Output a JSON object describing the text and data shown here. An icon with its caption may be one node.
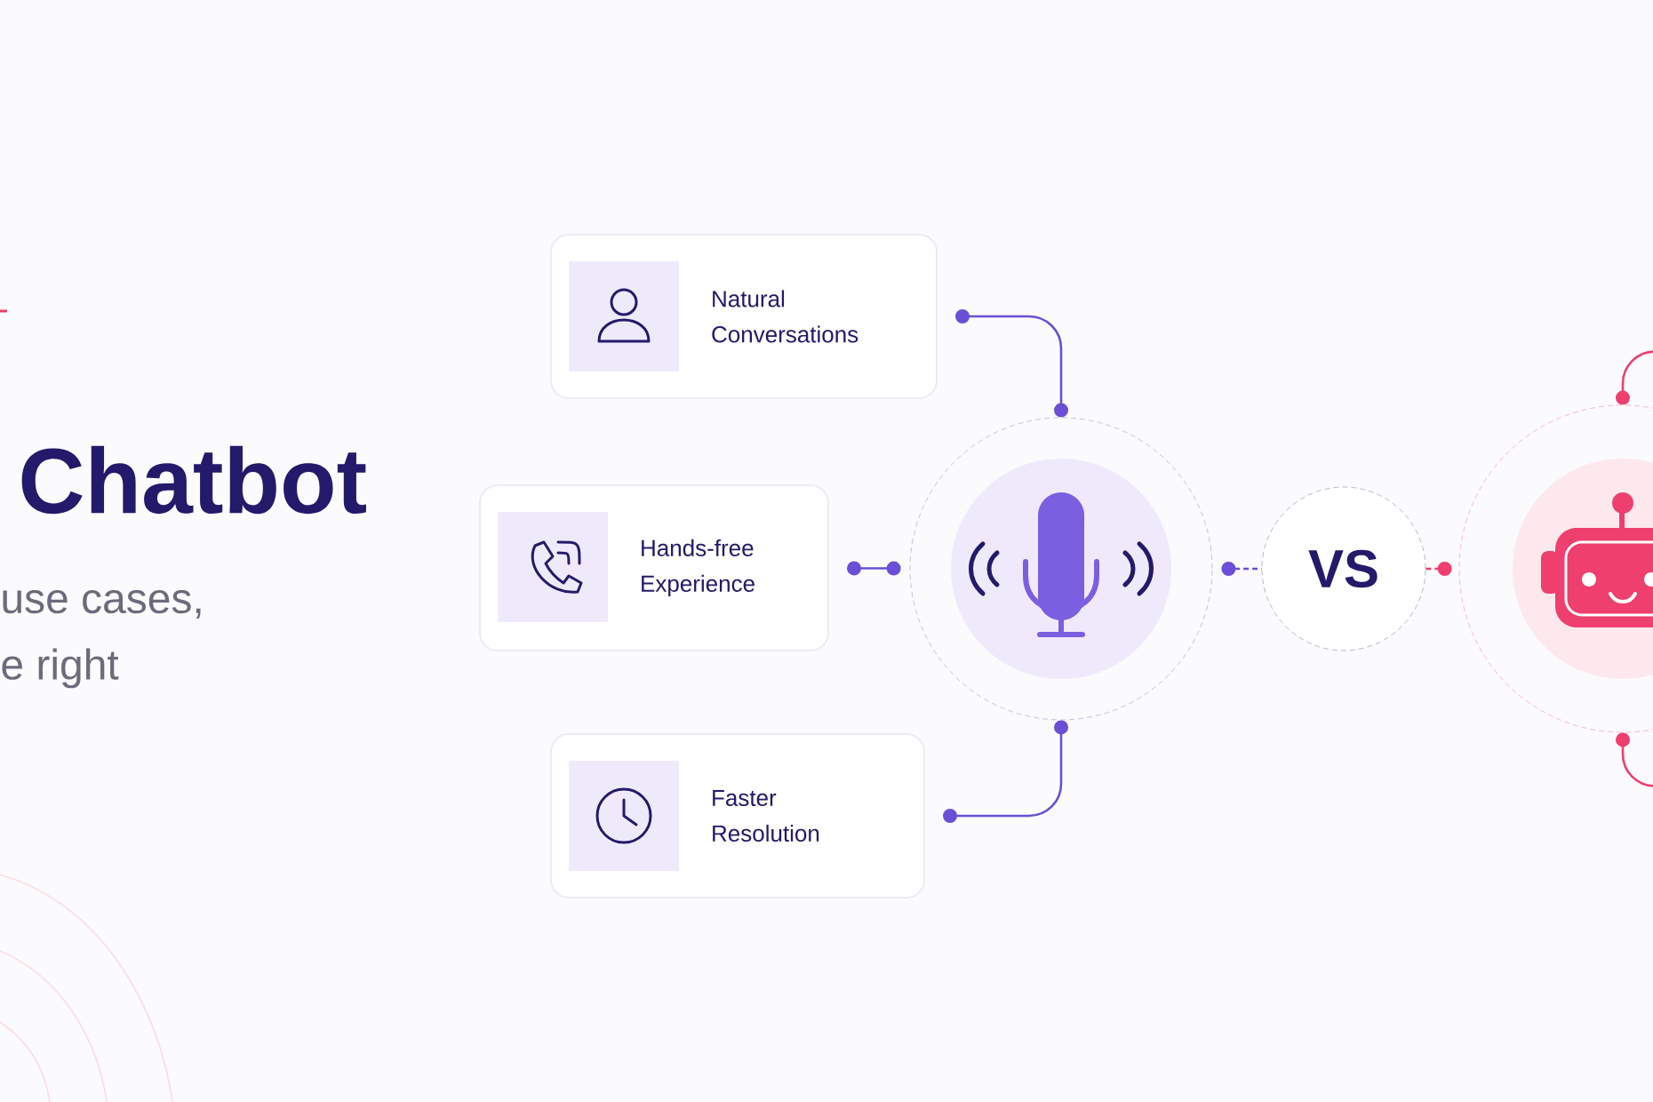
{
  "diagram": {
    "nodes": [
      {
        "text": [
          "Natural Conversations"
        ]
      },
      {
        "text": [
          "Hands-free Experience"
        ]
      },
      {
        "text": [
          "Faster Resolution"
        ]
      },
      {
        "text": [],
        "shape": "circle"
      },
      {
        "text": [
          "VS"
        ]
      },
      {
        "text": [],
        "shape": "circle"
      }
    ],
    "edges": [
      {
        "from": 0,
        "to": 3,
        "arrow": "other"
      },
      {
        "from": 1,
        "to": 3,
        "arrow": "other"
      },
      {
        "from": 2,
        "to": 3,
        "arrow": "other"
      },
      {
        "from": 3,
        "to": 4,
        "arrow": "other",
        "style": "dashed"
      },
      {
        "from": 4,
        "to": 5,
        "arrow": "other",
        "style": "dashed",
        "color": "#ee3f6e"
      },
      {
        "from": 5,
        "to": null,
        "arrow": "other",
        "color": "#ee3f6e"
      },
      {
        "from": 5,
        "to": null,
        "arrow": "other",
        "color": "#ee3f6e"
      }
    ],
    "labels": [
      "Chatbot",
      "use cases,",
      "e right"
    ]
  }
}
